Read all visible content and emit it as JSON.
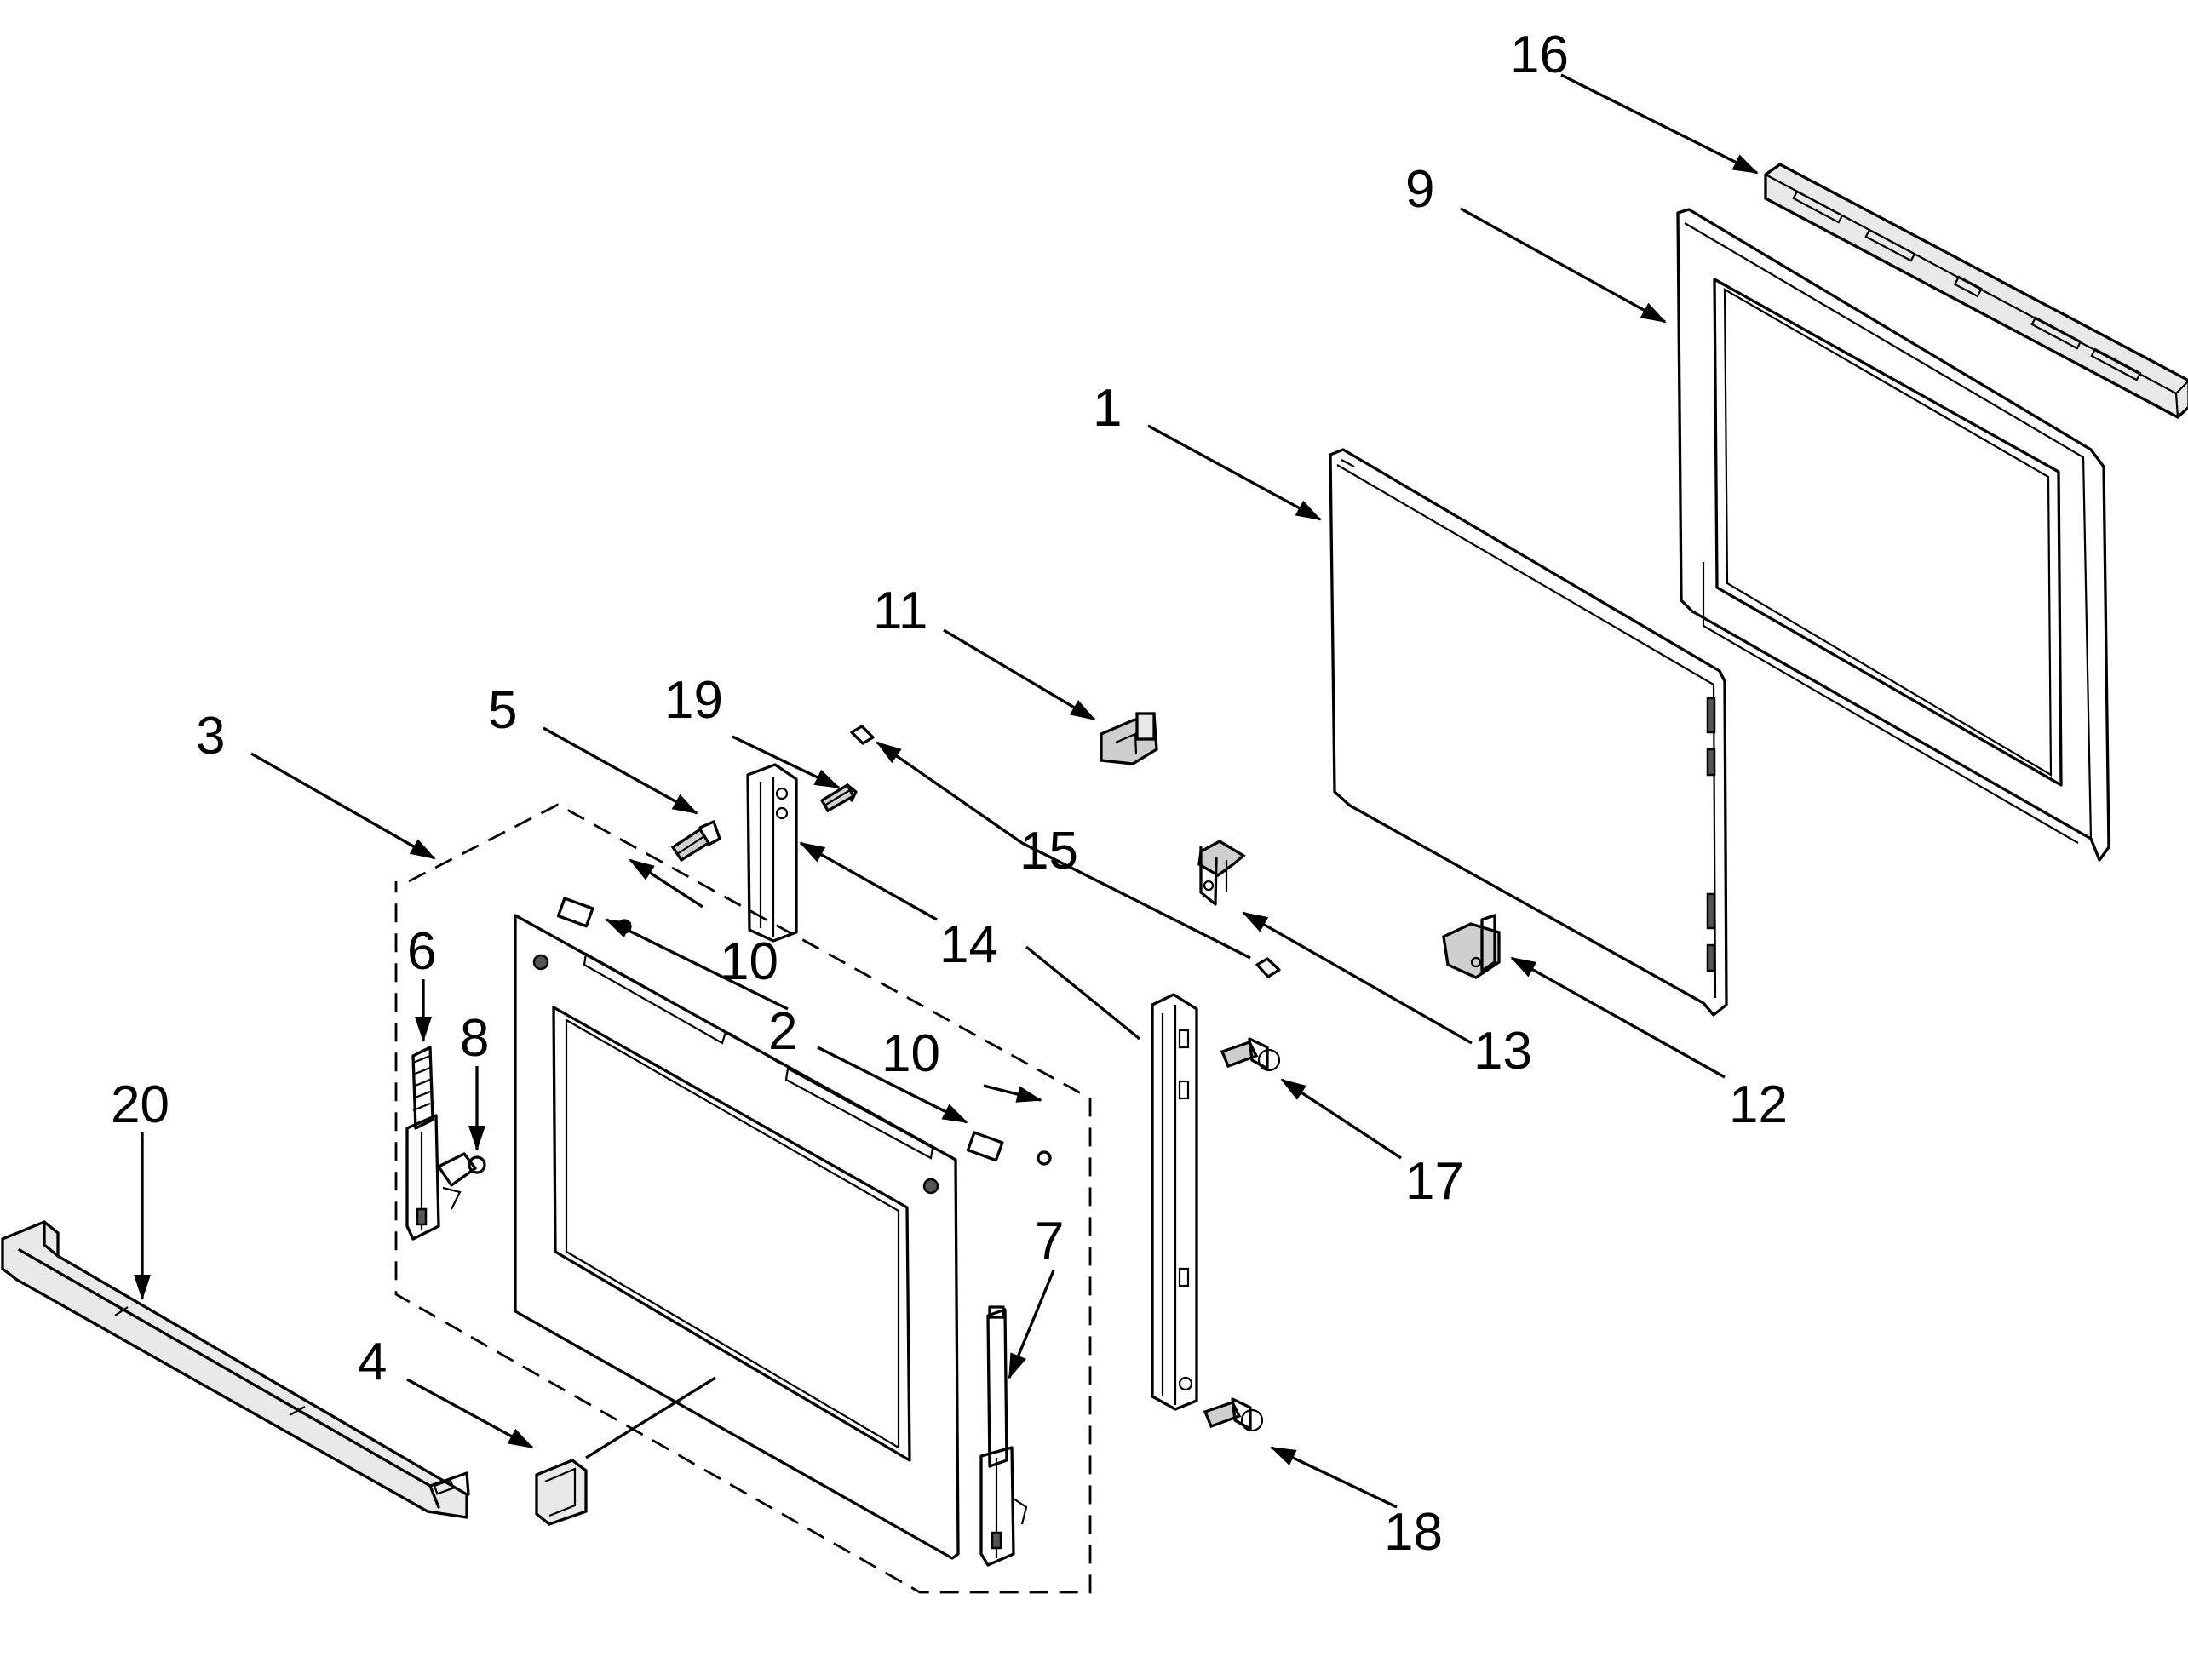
{
  "callouts": {
    "c1": "1",
    "c2": "2",
    "c3": "3",
    "c4": "4",
    "c5": "5",
    "c6": "6",
    "c7": "7",
    "c8": "8",
    "c9": "9",
    "c10a": "10",
    "c10b": "10",
    "c11": "11",
    "c12": "12",
    "c13": "13",
    "c14": "14",
    "c15": "15",
    "c16": "16",
    "c17": "17",
    "c18": "18",
    "c19": "19",
    "c20": "20"
  }
}
